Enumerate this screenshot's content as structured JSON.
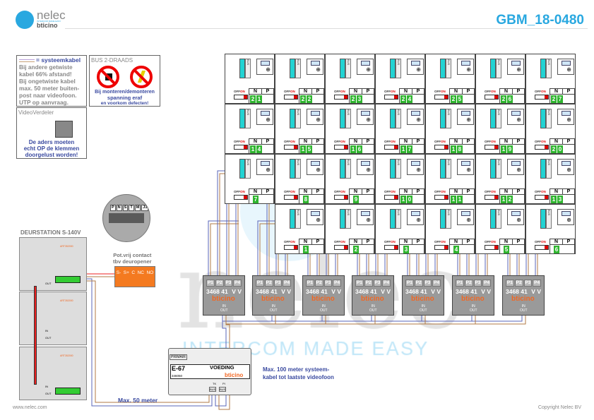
{
  "header": {
    "brand": "nelec",
    "tagline": "INTERCOM MADE EASY",
    "partner": "bticino",
    "doc_id": "GBM_18-0480"
  },
  "watermark": {
    "word": "nelec",
    "tagline": "INTERCOM MADE EASY"
  },
  "legend": {
    "cable_label": "= systeemkabel",
    "lines": [
      "Bij andere getwiste",
      "kabel 66% afstand!",
      "Bij ongetwiste kabel",
      "max. 50 meter buiten-",
      "post naar videofoon.",
      "UTP op aanvraag."
    ]
  },
  "bus_box": {
    "title": "BUS 2-DRAADS",
    "warning": [
      "Bij monteren/demonteren",
      "spanning eraf",
      "en voorkom defecten!"
    ]
  },
  "video_distributor": {
    "title": "VideoVerdeler",
    "note": [
      "De aders moeten",
      "echt OP de klemmen",
      "doorgelust worden!"
    ]
  },
  "door_station": {
    "title": "DEURSTATION S-140V",
    "art": "ART352000",
    "in": "IN",
    "out": "OUT",
    "zoom_terminals": [
      "P",
      "N",
      "S",
      "T",
      "M",
      "J1",
      "J2"
    ]
  },
  "relay": {
    "title": [
      "Pot.vrij contact",
      "tbv deuropener"
    ],
    "terminals": [
      "S-",
      "S+",
      "C",
      "NC",
      "NO"
    ]
  },
  "cell_labels": {
    "n": "N",
    "p": "P",
    "off": "OFF",
    "on": "ON",
    "bus": "BUS"
  },
  "apartments": [
    [
      "21",
      "22",
      "23",
      "24",
      "25",
      "26",
      "27"
    ],
    [
      "14",
      "15",
      "16",
      "17",
      "18",
      "19",
      "20"
    ],
    [
      "7",
      "8",
      "9",
      "10",
      "11",
      "12",
      "13"
    ],
    [
      "",
      "1",
      "2",
      "3",
      "4",
      "5",
      "6"
    ]
  ],
  "distributor": {
    "ports": [
      "P1",
      "P2",
      "P3",
      "P4"
    ],
    "code": "3468 41",
    "vv": "V V",
    "brand": "bticino",
    "in": "IN",
    "out": "OUT",
    "count": 7
  },
  "power_supply": {
    "primair": "PRIMAIR",
    "model": "E-67",
    "name": "VOEDING",
    "art": "346050",
    "brand": "bticino",
    "tk": "TK",
    "pi": "PI",
    "bus1": "BUS",
    "bus2": "BUS"
  },
  "notes": {
    "max100": [
      "Max. 100 meter systeem-",
      "kabel tot laatste videofoon"
    ],
    "max50": "Max. 50 meter"
  },
  "footer": {
    "left": "www.nelec.com",
    "right": "Copyright Nelec BV"
  },
  "colors": {
    "accent": "#29a8e0",
    "wire_blue": "#5a64b8",
    "wire_brown": "#b07a44",
    "green": "#2fb52f",
    "teal": "#22d3d3",
    "orange": "#f26722"
  }
}
